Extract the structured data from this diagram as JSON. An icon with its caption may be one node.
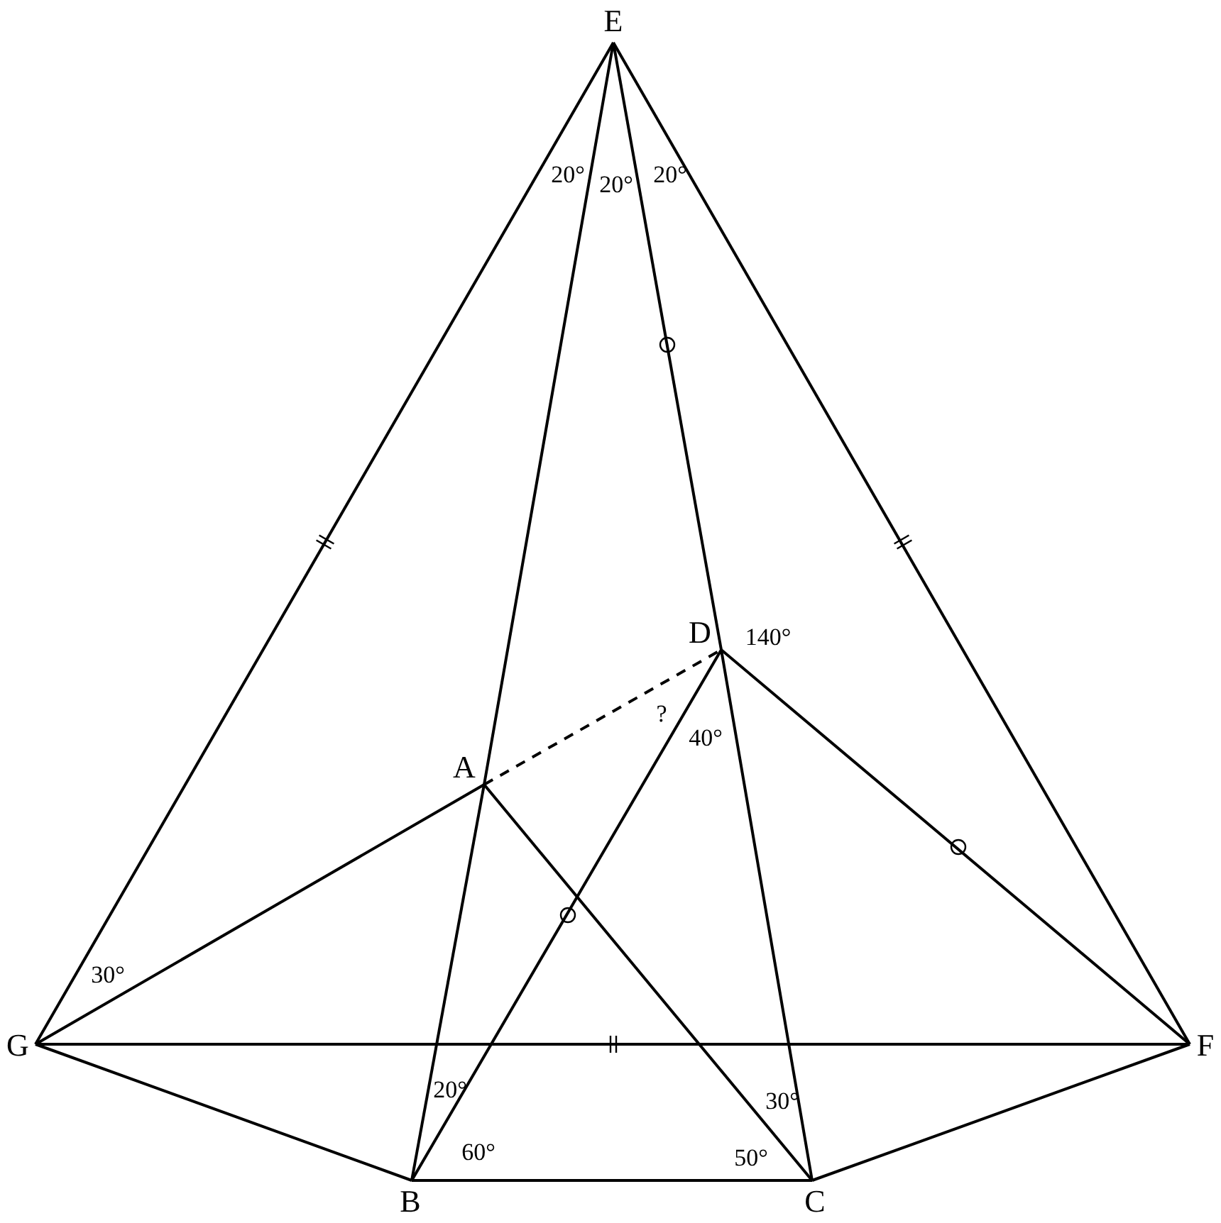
{
  "diagram": {
    "nodes": [
      {
        "text": [
          "E"
        ]
      },
      {
        "text": [
          "D"
        ]
      },
      {
        "text": [
          "A"
        ]
      },
      {
        "text": [
          "G"
        ]
      },
      {
        "text": [
          "F"
        ]
      },
      {
        "text": [
          "B"
        ]
      },
      {
        "text": [
          "C"
        ]
      }
    ],
    "edges": [
      {
        "from": 0,
        "to": 3,
        "arrow": "none"
      },
      {
        "from": 0,
        "to": 2,
        "arrow": "none"
      },
      {
        "from": 2,
        "to": 5,
        "arrow": "none"
      },
      {
        "from": 0,
        "to": 1,
        "arrow": "none"
      },
      {
        "from": 1,
        "to": 6,
        "arrow": "none"
      },
      {
        "from": 0,
        "to": 4,
        "arrow": "none"
      },
      {
        "from": 2,
        "to": 1,
        "arrow": "none",
        "style": "dashed"
      },
      {
        "from": 1,
        "to": 5,
        "arrow": "none"
      },
      {
        "from": 1,
        "to": 4,
        "arrow": "none"
      },
      {
        "from": 3,
        "to": 2,
        "arrow": "none"
      },
      {
        "from": 2,
        "to": 6,
        "arrow": "none"
      },
      {
        "from": 3,
        "to": 4,
        "arrow": "none"
      },
      {
        "from": 3,
        "to": 5,
        "arrow": "none"
      },
      {
        "from": 5,
        "to": 6,
        "arrow": "none"
      },
      {
        "from": 6,
        "to": 4,
        "arrow": "none"
      }
    ],
    "labels": [
      "20°",
      "20°",
      "20°",
      "140°",
      "?",
      "40°",
      "30°",
      "20°",
      "30°",
      "60°",
      "50°"
    ]
  }
}
